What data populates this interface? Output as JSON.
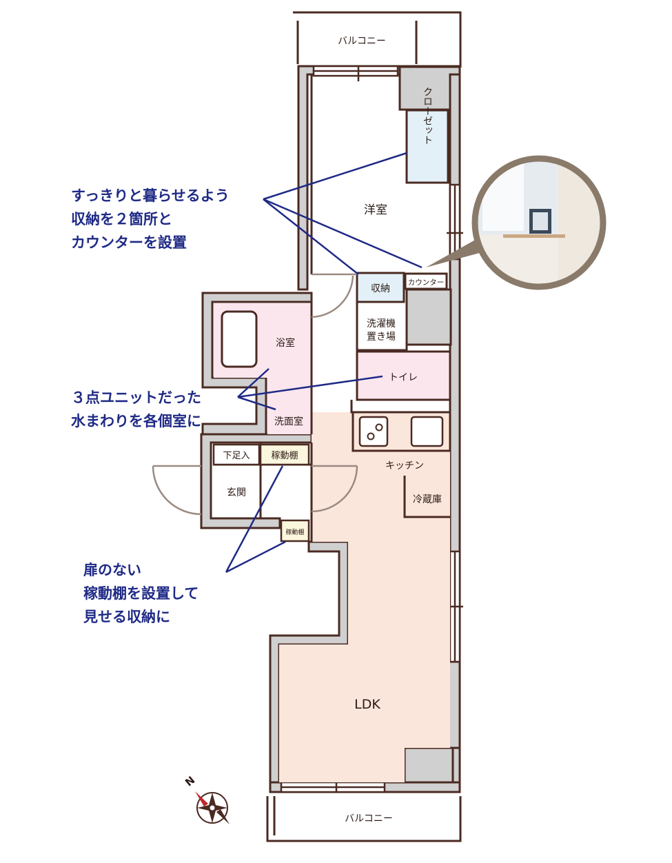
{
  "rooms": {
    "balcony_top": "バルコニー",
    "balcony_bottom": "バルコニー",
    "western_room": "洋室",
    "closet": "クローゼット",
    "storage": "収納",
    "counter": "カウンター",
    "laundry_line1": "洗濯機",
    "laundry_line2": "置き場",
    "bath": "浴室",
    "toilet": "トイレ",
    "washroom": "洗面室",
    "shoe_box": "下足入",
    "movable_shelf": "稼動棚",
    "movable_shelf_small": "稼動棚",
    "entrance": "玄関",
    "kitchen": "キッチン",
    "fridge": "冷蔵庫",
    "ldk": "LDK"
  },
  "callouts": {
    "storage_counter": [
      "すっきりと暮らせるよう",
      "収納を２箇所と",
      "カウンターを設置"
    ],
    "water_area": [
      "３点ユニットだった",
      "水まわりを各個室に"
    ],
    "open_shelf": [
      "扉のない",
      "稼動棚を設置して",
      "見せる収納に"
    ]
  },
  "compass": {
    "north_label": "N"
  },
  "colors": {
    "wall_outline": "#4a2a22",
    "wall_fill": "#d0d0d0",
    "ldk_floor": "#fbe6dc",
    "bath_floor": "#fbe6ee",
    "closet_fill": "#e3f0f8",
    "shelf_fill": "#fbf6de",
    "callout_text": "#1f2a86",
    "photo_ring": "#8a7a6a"
  }
}
